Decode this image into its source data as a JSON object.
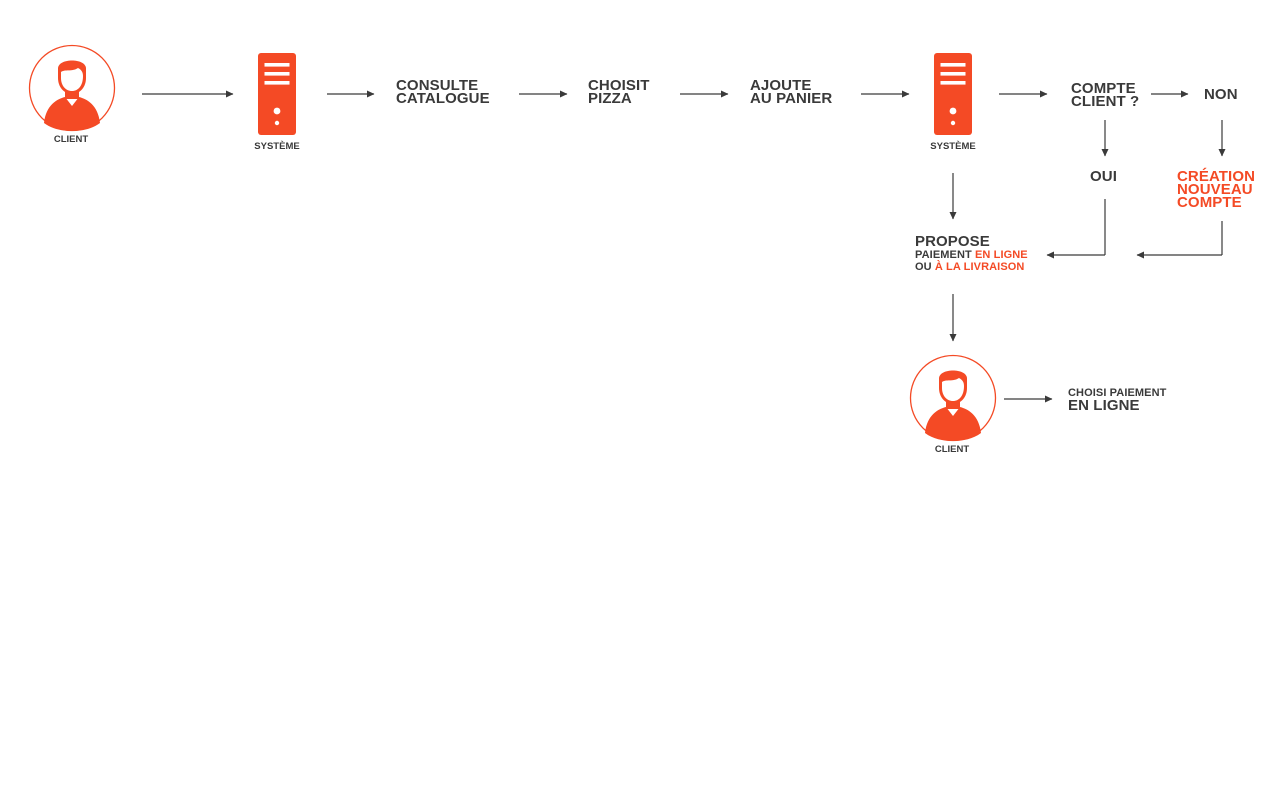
{
  "colors": {
    "accent": "#f44a25",
    "text": "#3a3a3a",
    "line": "#3a3a3a"
  },
  "icons": {
    "actor": "user-avatar-icon",
    "server": "server-tower-icon"
  },
  "actors": {
    "client_top": "CLIENT",
    "systeme_1": "SYSTÈME",
    "systeme_2": "SYSTÈME",
    "client_bottom": "CLIENT"
  },
  "steps": {
    "consulte": [
      "CONSULTE",
      "CATALOGUE"
    ],
    "choisit": [
      "CHOISIT",
      "PIZZA"
    ],
    "ajoute": [
      "AJOUTE",
      "AU PANIER"
    ],
    "compte": [
      "COMPTE",
      "CLIENT ?"
    ],
    "non": "NON",
    "oui": "OUI",
    "creation": [
      "CRÉATION",
      "NOUVEAU",
      "COMPTE"
    ],
    "propose": {
      "title": "PROPOSE",
      "line1_a": "PAIEMENT ",
      "line1_b": "EN LIGNE",
      "line2_a": "OU ",
      "line2_b": "À LA LIVRAISON"
    },
    "choisi_paiement": {
      "small": "CHOISI PAIEMENT",
      "big": "EN LIGNE"
    }
  }
}
